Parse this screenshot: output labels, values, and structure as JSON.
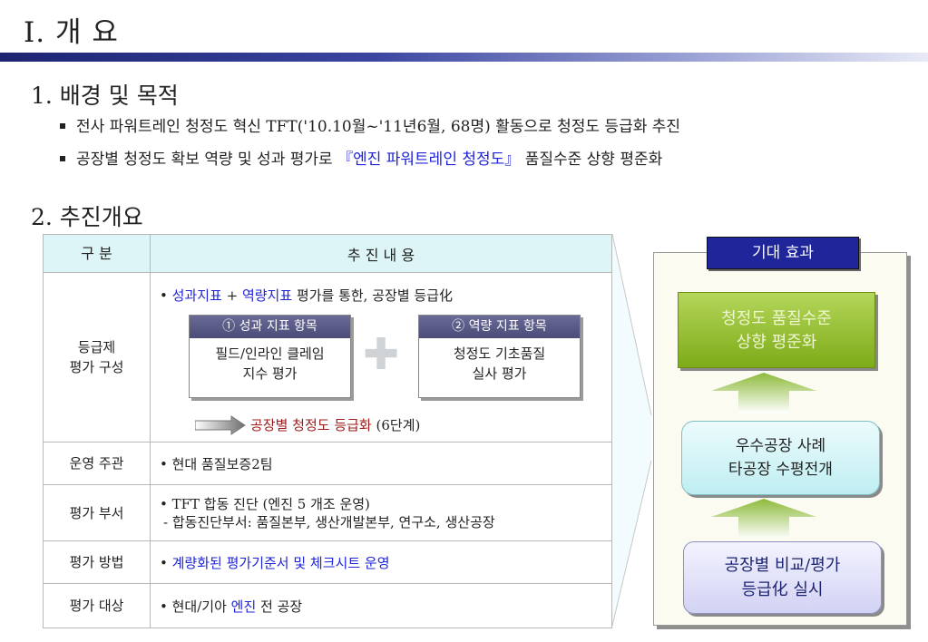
{
  "title": "Ⅰ. 개 요",
  "section1": {
    "heading": "1. 배경 및 목적",
    "bullet1": "전사 파워트레인 청정도 혁신 TFT('10.10월~'11년6월, 68명) 활동으로 청정도 등급화 추진",
    "bullet2_pre": "공장별 청정도 확보 역량 및 성과 평가로 ",
    "bullet2_hl": "『엔진 파워트레인 청정도』",
    "bullet2_post": " 품질수준 상향 평준화"
  },
  "section2": {
    "heading": "2. 추진개요",
    "table": {
      "col1_header": "구  분",
      "col2_header": "추  진  내  용",
      "rows": [
        {
          "label_line1": "등급제",
          "label_line2": "평가 구성",
          "intro_hl1": "성과지표",
          "intro_plus": " + ",
          "intro_hl2": "역량지표",
          "intro_rest": " 평가를 통한, 공장별 등급化",
          "box1_header": "① 성과 지표 항목",
          "box1_line1": "필드/인라인 클레임",
          "box1_line2": "지수 평가",
          "box2_header": "② 역량 지표 항목",
          "box2_line1": "청정도 기초품질",
          "box2_line2": "실사 평가",
          "result_hl": "공장별 청정도 등급화",
          "result_rest": " (6단계)"
        },
        {
          "label": "운영 주관",
          "content": "현대 품질보증2팀"
        },
        {
          "label": "평가 부서",
          "content_line1": "TFT 합동 진단 (엔진 5 개조 운영)",
          "content_line2": "- 합동진단부서: 품질본부, 생산개발본부, 연구소, 생산공장"
        },
        {
          "label": "평가 방법",
          "content": "계량화된 평가기준서 및 체크시트 운영"
        },
        {
          "label": "평가 대상",
          "content_pre": "현대/기아 ",
          "content_hl": "엔진",
          "content_post": " 전 공장"
        }
      ]
    }
  },
  "panel": {
    "title": "기대 효과",
    "green_line1": "청정도 품질수준",
    "green_line2": "상향 평준화",
    "cyan_line1": "우수공장 사례",
    "cyan_line2": "타공장 수평전개",
    "lav_line1": "공장별 비교/평가",
    "lav_line2": "등급化 실시"
  },
  "colors": {
    "blue_highlight": "#1f24d6",
    "red_highlight": "#9b1b1b",
    "navy": "#1f269a",
    "green": "#7dab18"
  }
}
